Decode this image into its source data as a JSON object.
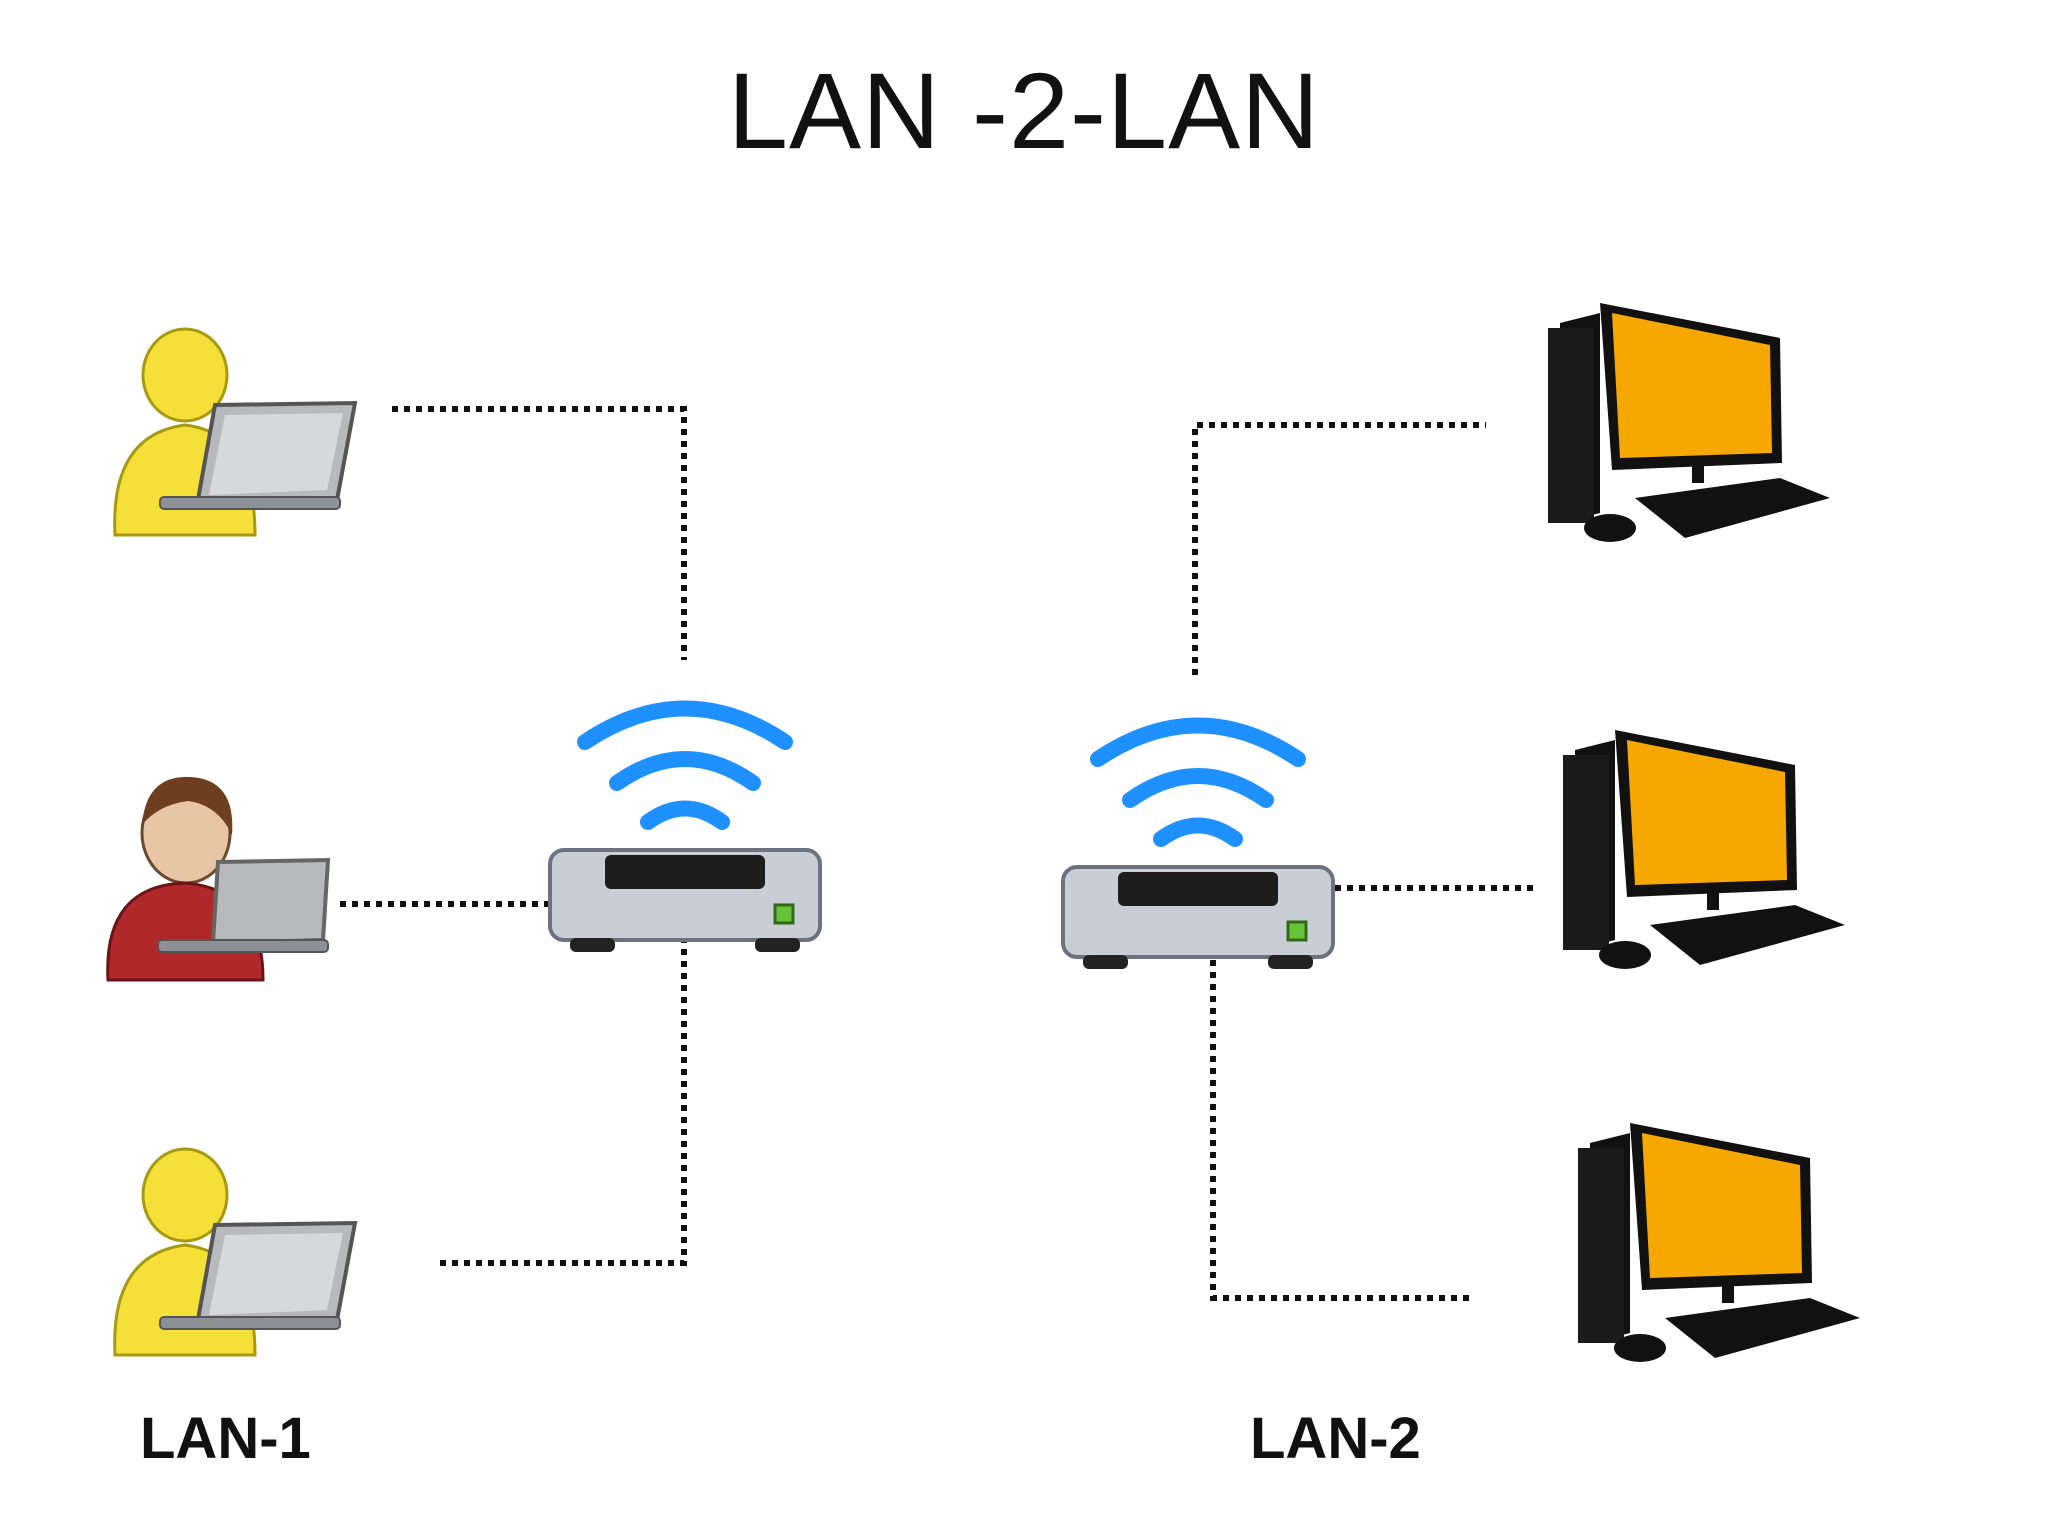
{
  "title": "LAN -2-LAN",
  "networks": [
    {
      "label": "LAN-1",
      "device": "wireless-router",
      "clients": [
        "laptop-user",
        "laptop-user",
        "laptop-user"
      ]
    },
    {
      "label": "LAN-2",
      "device": "wireless-router",
      "clients": [
        "desktop-computer",
        "desktop-computer",
        "desktop-computer"
      ]
    }
  ],
  "colors": {
    "link": "#111111",
    "wifi": "#1e90ff",
    "user_yellow": "#f5e03a",
    "user_red": "#b0282a",
    "monitor_screen": "#f6a800",
    "router_body": "#c9ced6"
  }
}
